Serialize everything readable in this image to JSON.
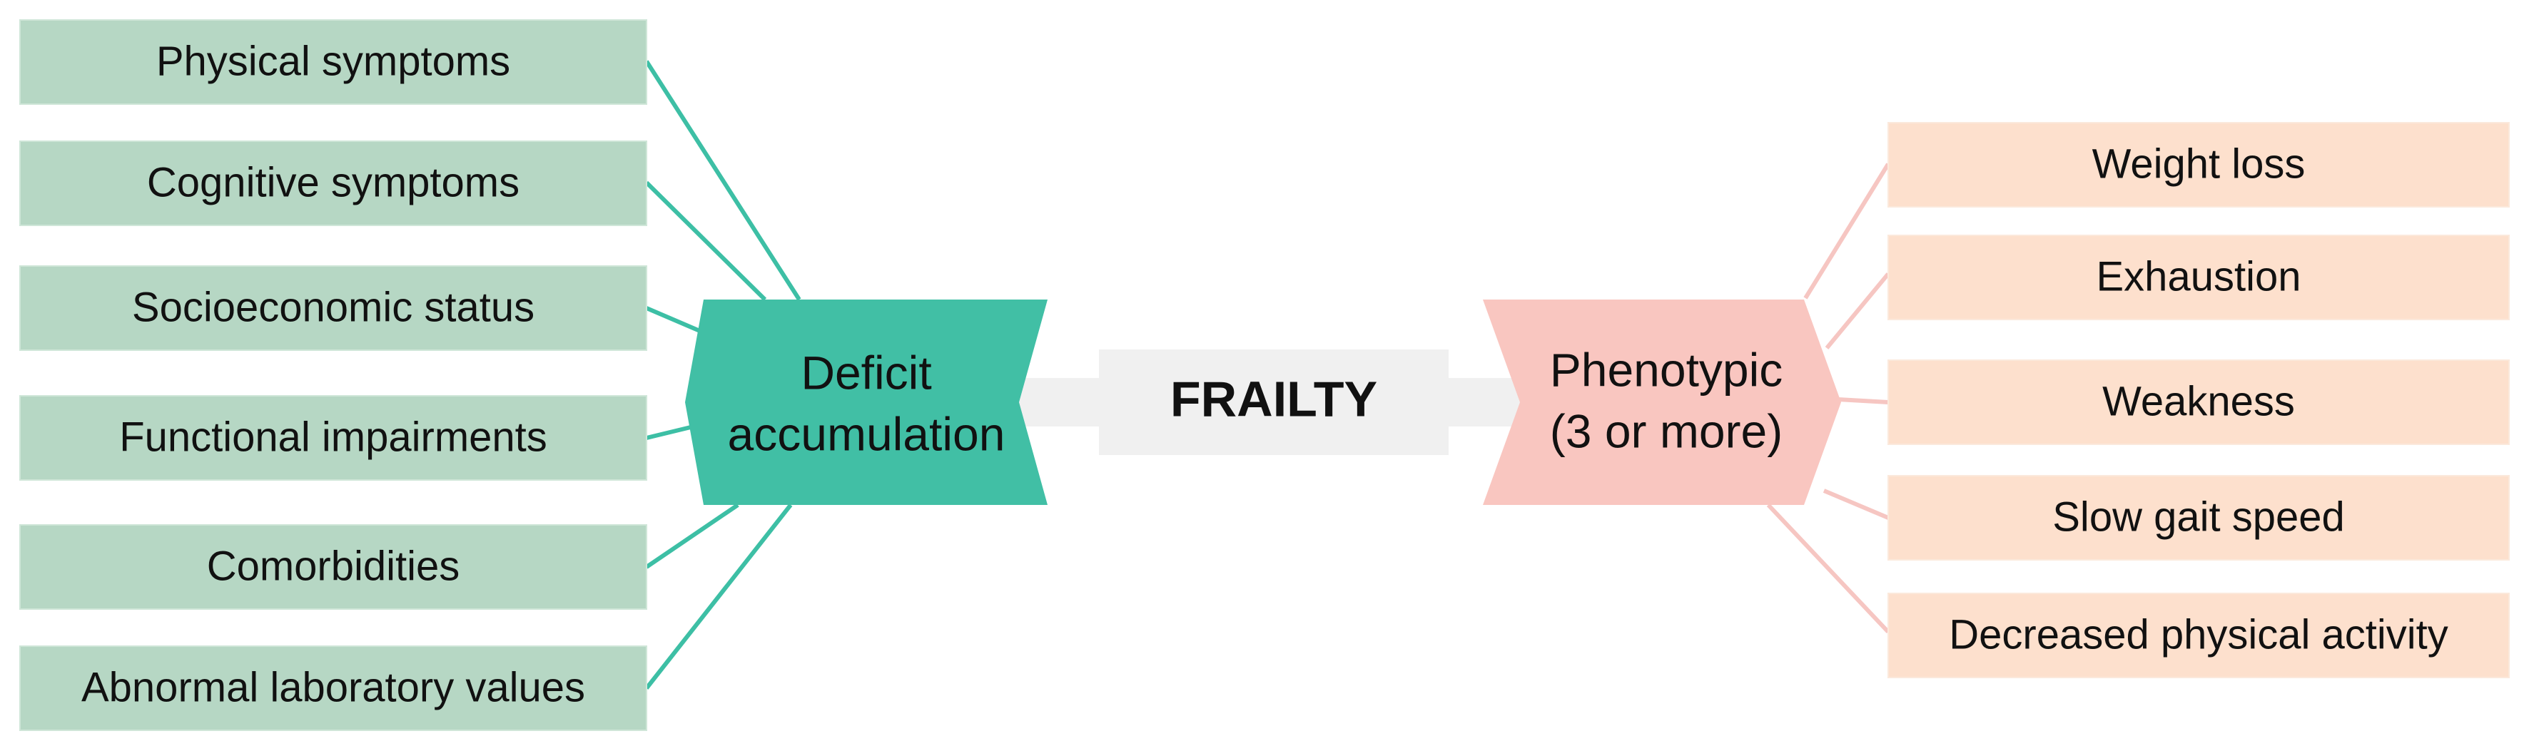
{
  "center": {
    "label": "FRAILTY"
  },
  "left_hub": {
    "line1": "Deficit",
    "line2": "accumulation",
    "color": "#41bfa5"
  },
  "right_hub": {
    "line1": "Phenotypic",
    "line2": "(3 or more)",
    "color": "#f9c6c0"
  },
  "left_items": [
    "Physical symptoms",
    "Cognitive symptoms",
    "Socioeconomic status",
    "Functional impairments",
    "Comorbidities",
    "Abnormal laboratory values"
  ],
  "right_items": [
    "Weight loss",
    "Exhaustion",
    "Weakness",
    "Slow gait speed",
    "Decreased physical activity"
  ],
  "colors": {
    "left_box": "#b6d7c4",
    "right_box": "#fde0cd",
    "left_connector": "#3dbfa5",
    "right_connector": "#f6c6c2",
    "center_band": "#f0f0f0"
  }
}
